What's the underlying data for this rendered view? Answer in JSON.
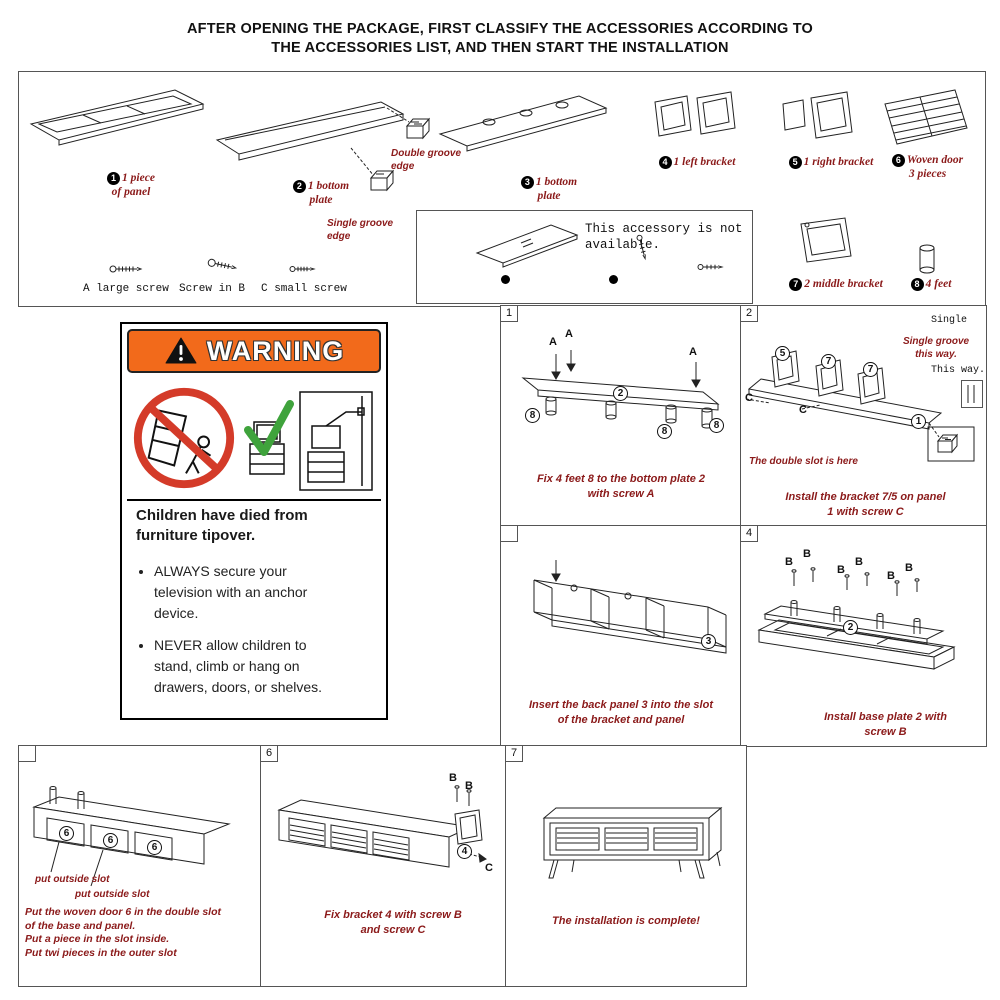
{
  "colors": {
    "accent_red": "#8B1A1A",
    "warning_orange": "#F26A1B",
    "prohibit_red": "#D43B29",
    "check_green": "#3FA33C"
  },
  "title": {
    "line1": "AFTER OPENING THE PACKAGE, FIRST CLASSIFY THE ACCESSORIES ACCORDING TO",
    "line2": "THE ACCESSORIES LIST, AND THEN START THE INSTALLATION"
  },
  "parts_list": {
    "p1": {
      "badge": "1",
      "label": "1 piece\nof panel"
    },
    "p2": {
      "badge": "2",
      "label": "1 bottom\nplate",
      "callout_double": "Double groove\nedge",
      "callout_single": "Single groove\nedge"
    },
    "p3": {
      "badge": "3",
      "label": "1 bottom\nplate"
    },
    "p4": {
      "badge": "4",
      "label": "1 left bracket"
    },
    "p5": {
      "badge": "5",
      "label": "1 right bracket"
    },
    "p6": {
      "badge": "6",
      "label": "Woven door\n3 pieces"
    },
    "p7": {
      "badge": "7",
      "label": "2 middle bracket"
    },
    "p8": {
      "badge": "8",
      "label": "4 feet"
    },
    "screw_a_label": "A large screw",
    "screw_b_label": "Screw in B",
    "screw_c_label": "C small screw",
    "not_available_note": "This accessory is not\navailable."
  },
  "warning": {
    "title": "WARNING",
    "heading": "Children have died from\nfurniture tipover.",
    "bullets": [
      "ALWAYS secure your\ntelevision with an anchor\ndevice.",
      "NEVER allow children to\nstand, climb or hang on\ndrawers, doors, or shelves."
    ]
  },
  "steps": {
    "s1": {
      "num": "1",
      "screw_letter": "A",
      "feet_badge": "8",
      "plate_badge": "2",
      "caption": "Fix 4 feet 8 to the bottom plate 2\nwith screw A"
    },
    "s2": {
      "num": "2",
      "screw_letter": "C",
      "left_bracket_badge": "5",
      "middle_bracket_badge": "7",
      "panel_badge": "1",
      "note_top": "Single",
      "note_groove": "Single groove\nthis way.",
      "note_this_way": "This way.",
      "note_double_slot": "The double slot is here",
      "caption": "Install the bracket 7/5 on panel\n1 with screw C"
    },
    "s3": {
      "num": "",
      "back_panel_badge": "3",
      "caption": "Insert the back panel 3 into the slot\nof the bracket and panel"
    },
    "s4": {
      "num": "4",
      "screw_letter": "B",
      "plate_badge": "2",
      "caption": "Install base plate 2 with\nscrew B"
    },
    "s5": {
      "num": "",
      "door_badge": "6",
      "slot_label": "put outside slot",
      "caption": "Put the woven door 6 in the double slot\nof the base and panel.\nPut a piece in the slot inside.\nPut twi pieces in the outer slot"
    },
    "s6": {
      "num": "6",
      "screw_b_letter": "B",
      "screw_c_letter": "C",
      "bracket_badge": "4",
      "caption": "Fix bracket 4 with screw B\nand screw C"
    },
    "s7": {
      "num": "7",
      "caption": "The installation is complete!"
    }
  }
}
